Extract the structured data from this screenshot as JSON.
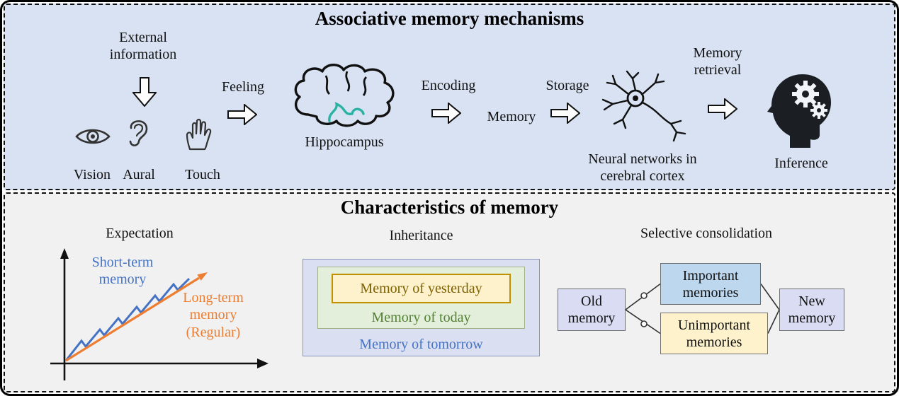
{
  "colors": {
    "top_panel_bg": "#d9e2f3",
    "bottom_panel_bg": "#f1f1f1",
    "blue_text": "#4472c4",
    "orange_accent": "#ed7d31",
    "green_text": "#538135",
    "olive_text": "#7f6000",
    "teal_accent": "#2ab3a3",
    "important_box_fill": "#bdd7ee",
    "yellow_box_fill": "#fdf2cc",
    "lavender_box_fill": "#d9dcf2",
    "green_box_fill": "#e3efda"
  },
  "top": {
    "title": "Associative memory mechanisms",
    "external_information": "External information",
    "senses": {
      "vision": "Vision",
      "aural": "Aural",
      "touch": "Touch"
    },
    "feeling": "Feeling",
    "hippocampus": "Hippocampus",
    "encoding": "Encoding",
    "memory": "Memory",
    "storage": "Storage",
    "neural_networks": "Neural networks in cerebral cortex",
    "memory_retrieval": "Memory retrieval",
    "inference": "Inference",
    "icons": [
      "eye-icon",
      "ear-icon",
      "hand-icon",
      "down-arrow-icon",
      "right-arrow-icon",
      "brain-icon",
      "neuron-icon",
      "head-gears-icon"
    ]
  },
  "bottom": {
    "title": "Characteristics of memory",
    "expectation": {
      "title": "Expectation",
      "short_term": "Short-term memory",
      "long_term": "Long-term memory (Regular)"
    },
    "inheritance": {
      "title": "Inheritance",
      "yesterday": "Memory of yesterday",
      "today": "Memory of today",
      "tomorrow": "Memory of tomorrow"
    },
    "selective": {
      "title": "Selective consolidation",
      "old": "Old memory",
      "important": "Important memories",
      "unimportant": "Unimportant memories",
      "new": "New memory"
    }
  }
}
